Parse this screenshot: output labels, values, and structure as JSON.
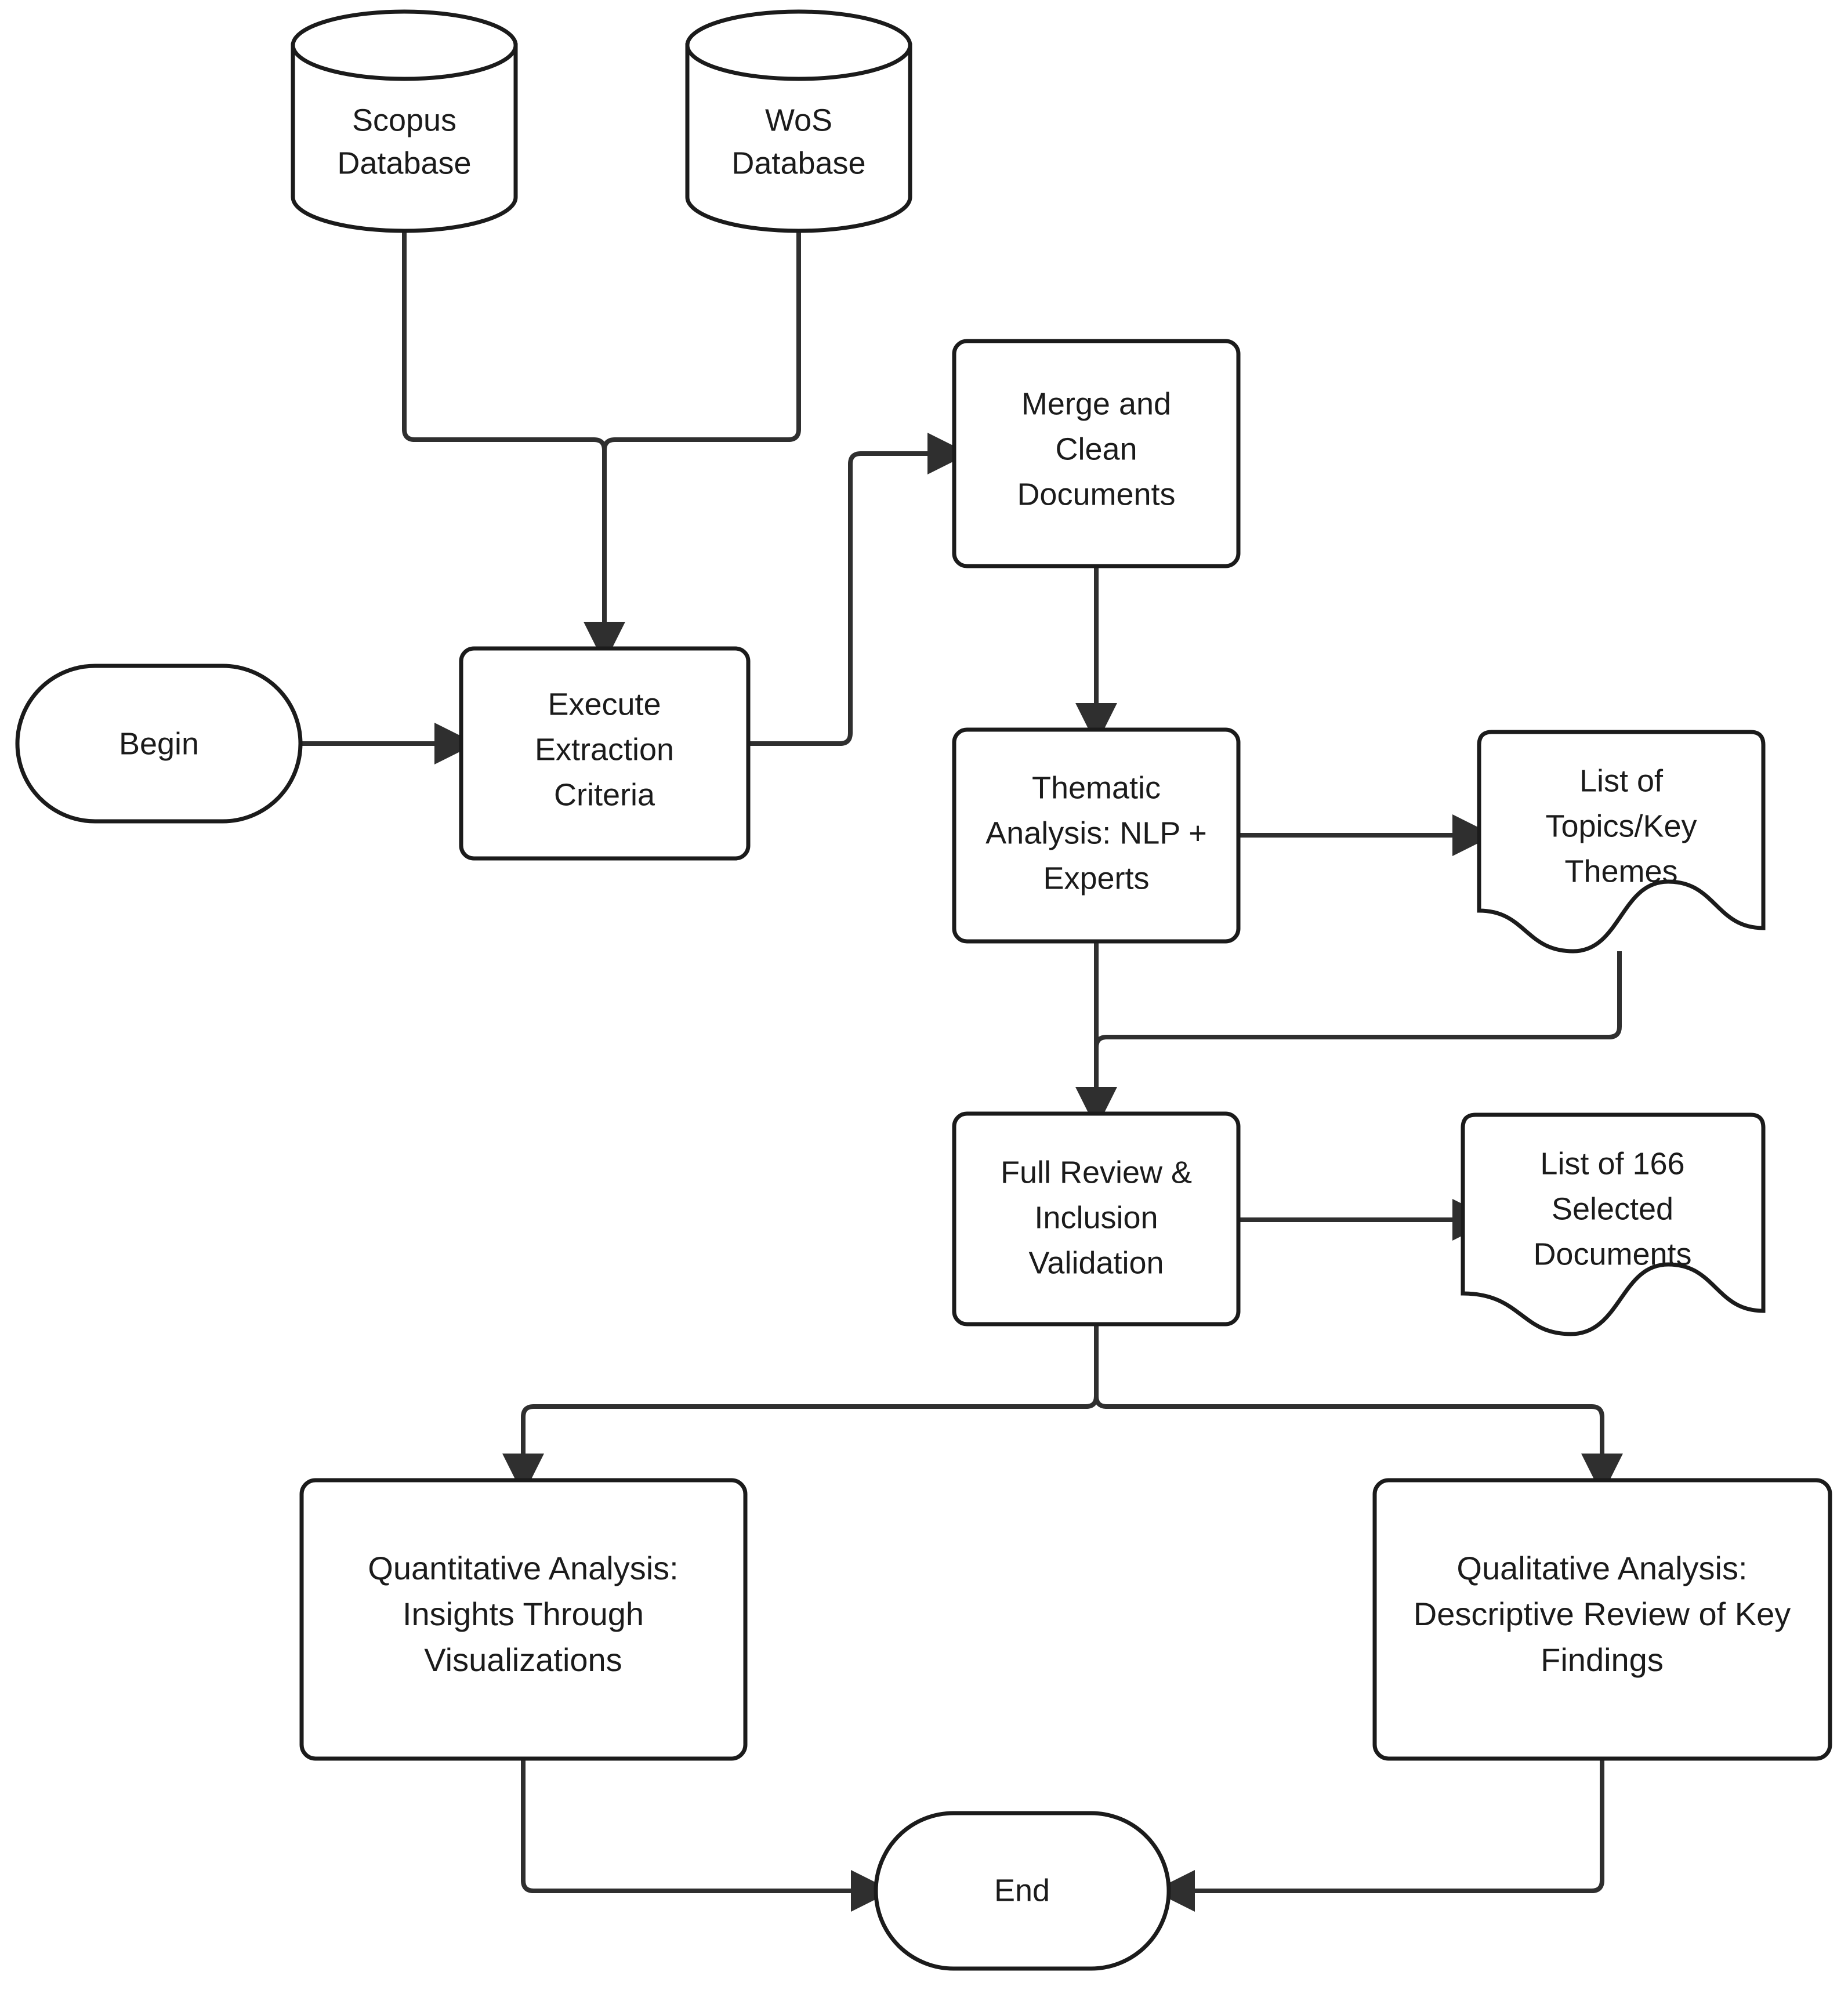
{
  "diagram": {
    "title": "Literature Review Methodology Flowchart",
    "type": "flowchart",
    "background_color": "#ffffff",
    "stroke_color": "#1b1b1b",
    "edge_color": "#2f2f2f"
  },
  "nodes": {
    "scopus_db": {
      "shape": "cylinder",
      "line1": "Scopus",
      "line2": "Database"
    },
    "wos_db": {
      "shape": "cylinder",
      "line1": "WoS",
      "line2": "Database"
    },
    "begin": {
      "shape": "stadium",
      "line1": "Begin"
    },
    "execute": {
      "shape": "rounded-rect",
      "line1": "Execute",
      "line2": "Extraction",
      "line3": "Criteria"
    },
    "merge": {
      "shape": "rounded-rect",
      "line1": "Merge and",
      "line2": "Clean",
      "line3": "Documents"
    },
    "thematic": {
      "shape": "rounded-rect",
      "line1": "Thematic",
      "line2": "Analysis: NLP +",
      "line3": "Experts"
    },
    "topics_doc": {
      "shape": "document",
      "line1": "List of",
      "line2": "Topics/Key",
      "line3": "Themes"
    },
    "full_review": {
      "shape": "rounded-rect",
      "line1": "Full Review &",
      "line2": "Inclusion",
      "line3": "Validation"
    },
    "selected_docs": {
      "shape": "document",
      "line1": "List of 166",
      "line2": "Selected",
      "line3": "Documents"
    },
    "quantitative": {
      "shape": "rounded-rect",
      "line1": "Quantitative Analysis:",
      "line2": "Insights Through",
      "line3": "Visualizations"
    },
    "qualitative": {
      "shape": "rounded-rect",
      "line1": "Qualitative Analysis:",
      "line2": "Descriptive Review of Key",
      "line3": "Findings"
    },
    "end": {
      "shape": "stadium",
      "line1": "End"
    }
  },
  "edges": [
    {
      "from": "scopus_db",
      "to": "execute",
      "arrow": true
    },
    {
      "from": "wos_db",
      "to": "execute",
      "arrow": true
    },
    {
      "from": "begin",
      "to": "execute",
      "arrow": true
    },
    {
      "from": "execute",
      "to": "merge",
      "arrow": true
    },
    {
      "from": "merge",
      "to": "thematic",
      "arrow": true
    },
    {
      "from": "thematic",
      "to": "topics_doc",
      "arrow": true
    },
    {
      "from": "thematic",
      "to": "full_review",
      "arrow": true
    },
    {
      "from": "topics_doc",
      "to": "full_review",
      "arrow": false
    },
    {
      "from": "full_review",
      "to": "selected_docs",
      "arrow": true
    },
    {
      "from": "full_review",
      "to": "quantitative",
      "arrow": true
    },
    {
      "from": "full_review",
      "to": "qualitative",
      "arrow": true
    },
    {
      "from": "quantitative",
      "to": "end",
      "arrow": true
    },
    {
      "from": "qualitative",
      "to": "end",
      "arrow": true
    }
  ]
}
